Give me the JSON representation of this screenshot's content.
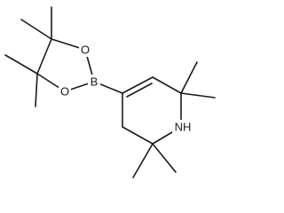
{
  "molecule": {
    "atoms": {
      "o_upper": "O",
      "o_lower": "O",
      "boron": "B",
      "nh": "NH"
    }
  }
}
